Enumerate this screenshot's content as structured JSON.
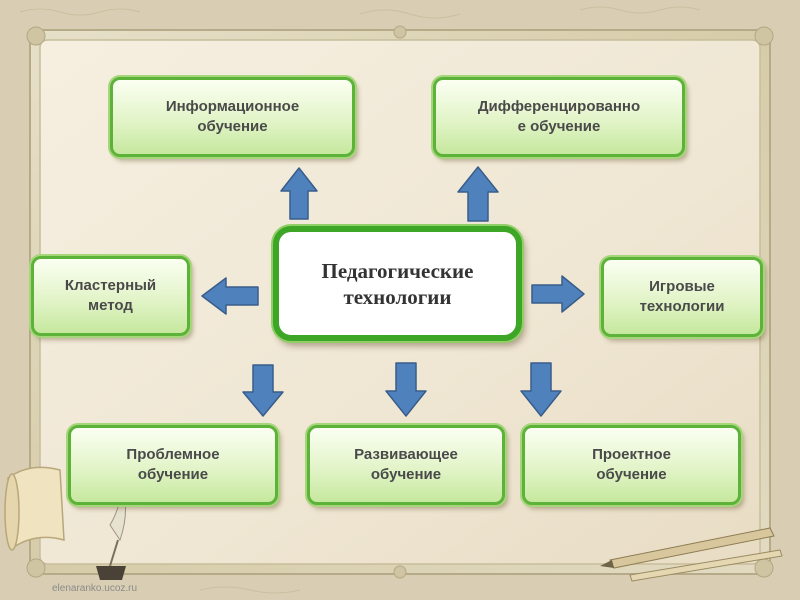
{
  "center": {
    "label": "Педагогические\nтехнологии"
  },
  "nodes": {
    "info": "Информационное\nобучение",
    "diff": "Дифференцированно\nе обучение",
    "cluster": "Кластерный\nметод",
    "game": "Игровые\nтехнологии",
    "problem": "Проблемное\nобучение",
    "developing": "Развивающее\nобучение",
    "project": "Проектное\nобучение"
  },
  "watermark": "elenaranko.ucoz.ru",
  "colors": {
    "box_border": "#5db23a",
    "box_fill": "#e2f4c8",
    "center_border": "#3ea627",
    "arrow_fill": "#4f81bd",
    "arrow_stroke": "#385d8a",
    "frame": "#c9c1a3",
    "parchment": "#f2eadb"
  },
  "icons": [
    "arrow-up-icon",
    "arrow-left-icon",
    "arrow-right-icon",
    "arrow-down-icon",
    "quill-icon",
    "scroll-icon",
    "pen-icon"
  ]
}
